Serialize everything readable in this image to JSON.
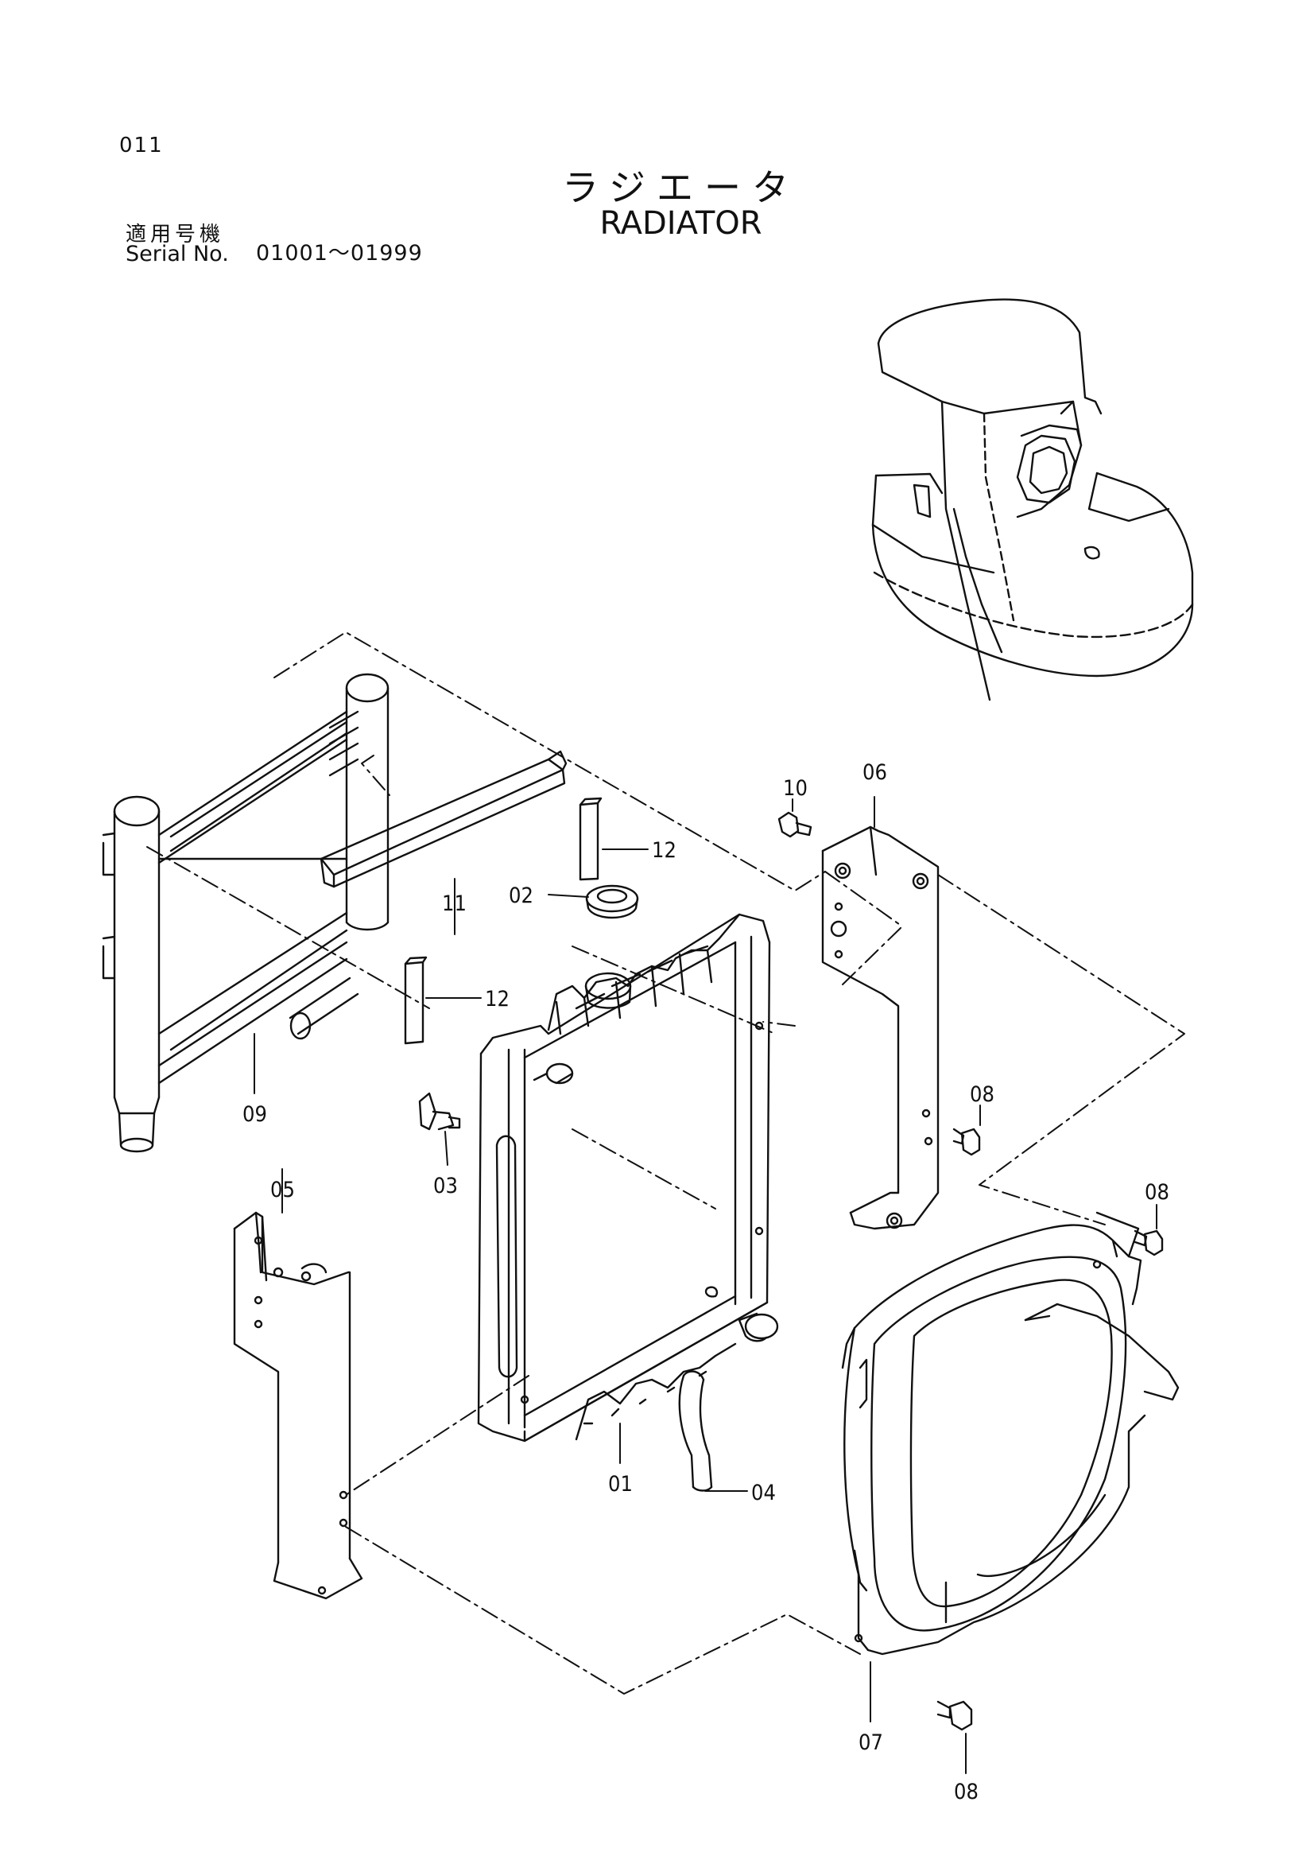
{
  "page_number": "011",
  "title_ja": "ラジエータ",
  "title_en": "RADIATOR",
  "serial": {
    "label_ja": "適用号機",
    "label_en": "Serial No.",
    "range": "01001～01999"
  },
  "part_labels": {
    "p01": "01",
    "p02": "02",
    "p03": "03",
    "p04": "04",
    "p05": "05",
    "p06": "06",
    "p07": "07",
    "p08a": "08",
    "p08b": "08",
    "p08c": "08",
    "p09": "09",
    "p10": "10",
    "p11": "11",
    "p12a": "12",
    "p12b": "12"
  }
}
